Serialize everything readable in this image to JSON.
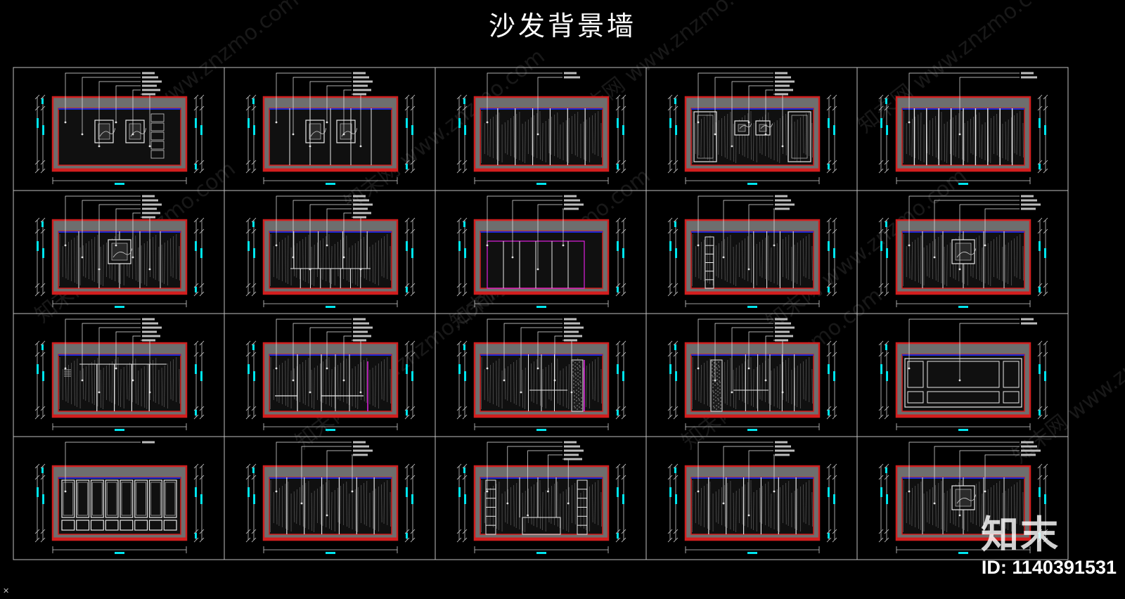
{
  "title": "沙发背景墙",
  "watermark": {
    "logo_text": "知末",
    "image_id": "ID: 1140391531",
    "diagonal_text": "知末网 www.znzmo.com"
  },
  "colors": {
    "background": "#000000",
    "grid_line": "#bfbfbf",
    "wall_frame_fill": "#6e6e6e",
    "wall_inner_fill": "#101010",
    "outline_red": "#d21e1e",
    "blue_strip": "#1a2bd8",
    "dimension_cyan": "#00e5ee",
    "leader_white": "#e8e8e8",
    "magenta": "#e020e0"
  },
  "drawing": {
    "rows": 4,
    "cols": 5,
    "panels": [
      {
        "style": "frames2",
        "labels": 6
      },
      {
        "style": "frames2",
        "labels": 6
      },
      {
        "style": "wood",
        "labels": 2
      },
      {
        "style": "moulding",
        "labels": 6
      },
      {
        "style": "stripes",
        "labels": 2
      },
      {
        "style": "frame1",
        "labels": 6
      },
      {
        "style": "cabinet",
        "labels": 6
      },
      {
        "style": "magenta",
        "labels": 4
      },
      {
        "style": "shelf",
        "labels": 4
      },
      {
        "style": "frame1",
        "labels": 4
      },
      {
        "style": "doors",
        "labels": 6
      },
      {
        "style": "cross",
        "labels": 6
      },
      {
        "style": "speckle",
        "labels": 6
      },
      {
        "style": "speckleleft",
        "labels": 6
      },
      {
        "style": "panels",
        "labels": 2
      },
      {
        "style": "panels8",
        "labels": 1
      },
      {
        "style": "wood",
        "labels": 4
      },
      {
        "style": "shelf2",
        "labels": 5
      },
      {
        "style": "wood",
        "labels": 4
      },
      {
        "style": "frame1",
        "labels": 4
      }
    ]
  }
}
